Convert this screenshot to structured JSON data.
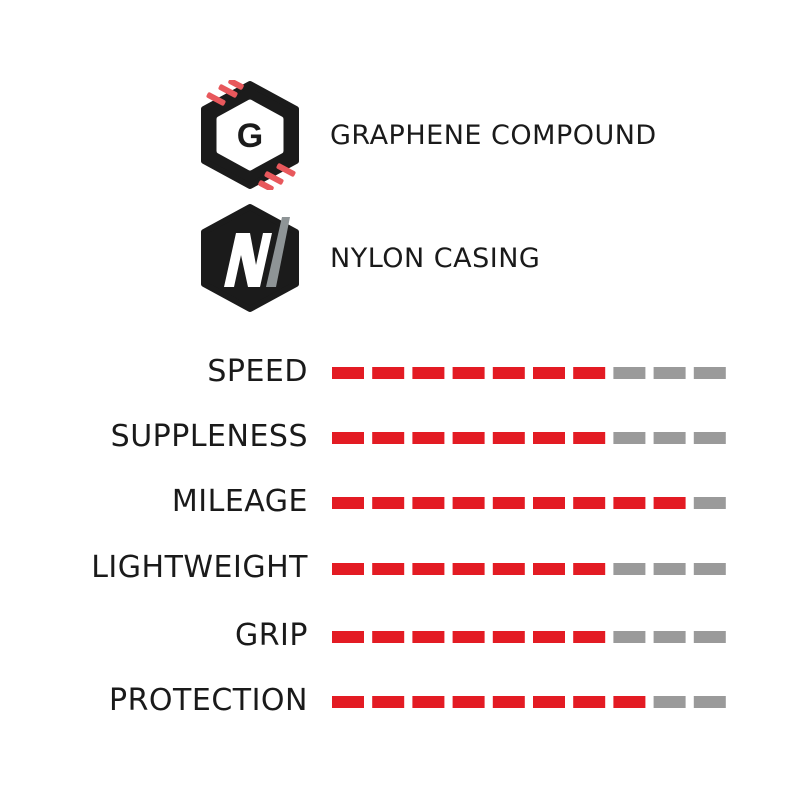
{
  "features": [
    {
      "id": "graphene",
      "label": "GRAPHENE COMPOUND",
      "icon": "graphene-hexagon-icon",
      "letter": "G"
    },
    {
      "id": "nylon",
      "label": "NYLON CASING",
      "icon": "nylon-hexagon-icon",
      "letter": "N"
    }
  ],
  "ratings": {
    "scale_max": 10,
    "active_color": "#e31b23",
    "inactive_color": "#9a9a9a",
    "items": [
      {
        "label": "SPEED",
        "value": 7
      },
      {
        "label": "SUPPLENESS",
        "value": 7
      },
      {
        "label": "MILEAGE",
        "value": 9
      },
      {
        "label": "LIGHTWEIGHT",
        "value": 7
      },
      {
        "label": "GRIP",
        "value": 7
      },
      {
        "label": "PROTECTION",
        "value": 8
      }
    ]
  },
  "colors": {
    "icon_dark": "#1b1b1b",
    "accent": "#e31b23",
    "accent_soft": "#e8585c",
    "nylon_slash": "#8e9496",
    "text": "#1a1a1a"
  }
}
